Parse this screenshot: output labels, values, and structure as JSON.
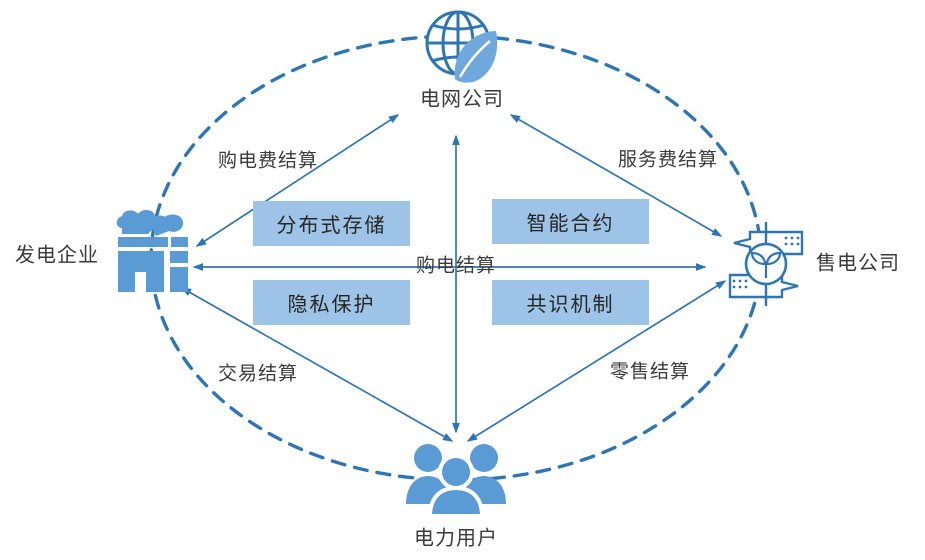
{
  "diagram": {
    "description": "Blockchain-based electricity trading settlement diagram",
    "nodes": {
      "grid_company": {
        "label": "电网公司",
        "icon": "globe-leaf-icon"
      },
      "generation_enterprise": {
        "label": "发电企业",
        "icon": "power-plant-icon"
      },
      "retail_company": {
        "label": "售电公司",
        "icon": "energy-exchange-icon"
      },
      "power_users": {
        "label": "电力用户",
        "icon": "users-group-icon"
      }
    },
    "center_boxes": [
      {
        "label": "分布式存储"
      },
      {
        "label": "智能合约"
      },
      {
        "label": "隐私保护"
      },
      {
        "label": "共识机制"
      }
    ],
    "edge_labels": {
      "purchase_fee_settlement": "购电费结算",
      "service_fee_settlement": "服务费结算",
      "purchase_settlement": "购电结算",
      "transaction_settlement": "交易结算",
      "retail_settlement": "零售结算"
    },
    "colors": {
      "line_blue": "#2E75B6",
      "icon_blue": "#5B9BD5",
      "leaf_blue": "#6FA8DC",
      "box_fill": "#9DC3E6",
      "text_dark": "#3a3a3a"
    }
  }
}
